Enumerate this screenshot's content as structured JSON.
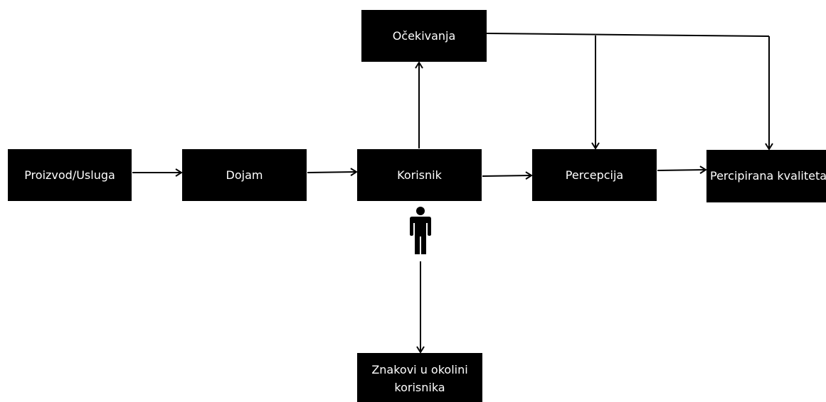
{
  "diagram": {
    "nodes": {
      "ocekivanja": "Očekivanja",
      "proizvod_usluga": "Proizvod/Usluga",
      "dojam": "Dojam",
      "korisnik": "Korisnik",
      "percepcija": "Percepcija",
      "percipirana_kvaliteta": "Percipirana kvaliteta",
      "znakovi": "Znakovi u okolini korisnika"
    },
    "edges": [
      {
        "from": "Proizvod/Usluga",
        "to": "Dojam"
      },
      {
        "from": "Dojam",
        "to": "Korisnik"
      },
      {
        "from": "Korisnik",
        "to": "Percepcija"
      },
      {
        "from": "Percepcija",
        "to": "Percipirana kvaliteta"
      },
      {
        "from": "Korisnik",
        "to": "Očekivanja"
      },
      {
        "from": "Očekivanja",
        "to": "Percepcija"
      },
      {
        "from": "Očekivanja",
        "to": "Percipirana kvaliteta"
      },
      {
        "from": "Korisnik",
        "to": "Znakovi u okolini korisnika"
      }
    ],
    "icons": {
      "person": "person-icon"
    },
    "colors": {
      "box": "#000000",
      "text": "#ffffff",
      "line": "#000000",
      "background": "#ffffff"
    }
  }
}
